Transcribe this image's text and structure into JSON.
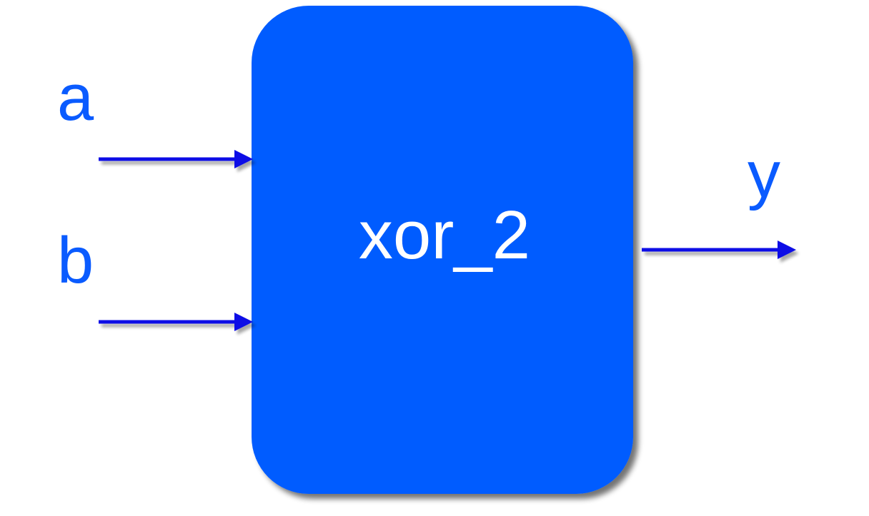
{
  "block": {
    "name": "xor_2",
    "fill_color": "#005cff"
  },
  "inputs": [
    {
      "label": "a"
    },
    {
      "label": "b"
    }
  ],
  "outputs": [
    {
      "label": "y"
    }
  ],
  "colors": {
    "port_label": "#0a5bff",
    "wire": "#0a0ae6",
    "shadow": "#666666"
  }
}
